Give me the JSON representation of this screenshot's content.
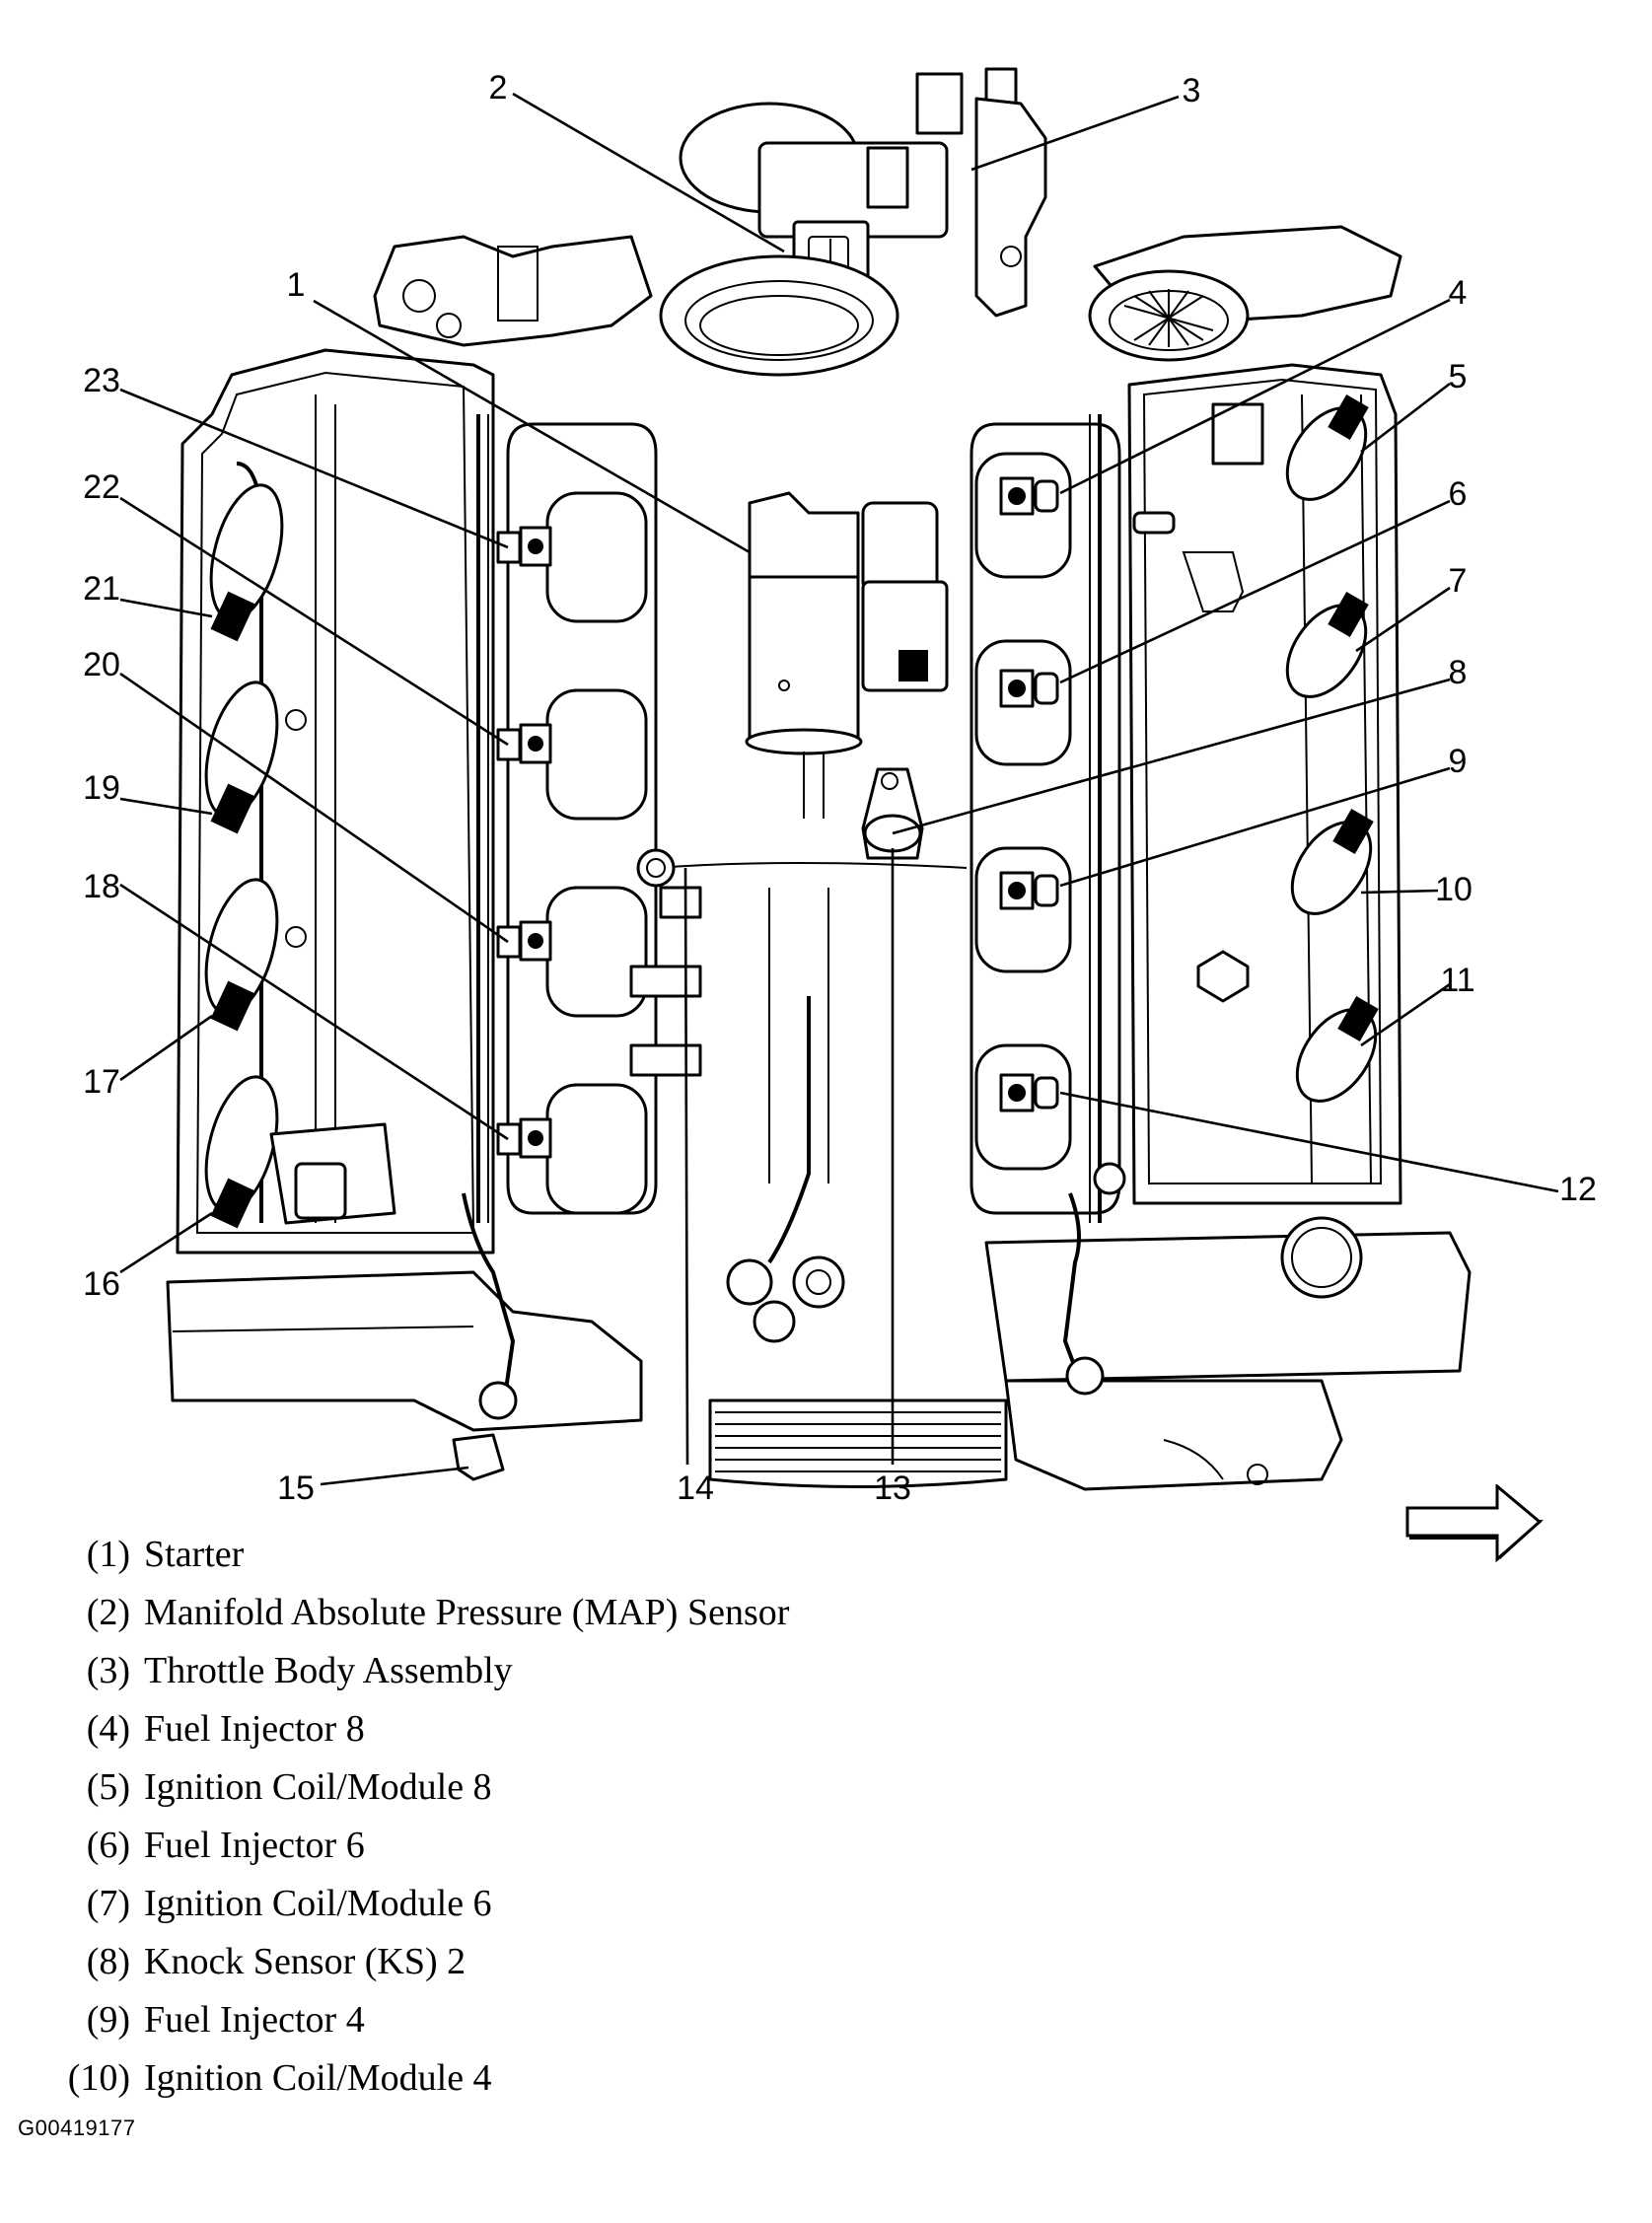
{
  "figure": {
    "id": "G00419177",
    "subject": "Engine component locator - top view",
    "colors": {
      "ink": "#000000",
      "paper": "#ffffff"
    }
  },
  "callouts": [
    {
      "num": "1"
    },
    {
      "num": "2"
    },
    {
      "num": "3"
    },
    {
      "num": "4"
    },
    {
      "num": "5"
    },
    {
      "num": "6"
    },
    {
      "num": "7"
    },
    {
      "num": "8"
    },
    {
      "num": "9"
    },
    {
      "num": "10"
    },
    {
      "num": "11"
    },
    {
      "num": "12"
    },
    {
      "num": "13"
    },
    {
      "num": "14"
    },
    {
      "num": "15"
    },
    {
      "num": "16"
    },
    {
      "num": "17"
    },
    {
      "num": "18"
    },
    {
      "num": "19"
    },
    {
      "num": "20"
    },
    {
      "num": "21"
    },
    {
      "num": "22"
    },
    {
      "num": "23"
    }
  ],
  "legend": [
    {
      "num": "(1)",
      "label": "Starter"
    },
    {
      "num": "(2)",
      "label": "Manifold Absolute Pressure (MAP) Sensor"
    },
    {
      "num": "(3)",
      "label": "Throttle Body Assembly"
    },
    {
      "num": "(4)",
      "label": "Fuel Injector 8"
    },
    {
      "num": "(5)",
      "label": "Ignition Coil/Module 8"
    },
    {
      "num": "(6)",
      "label": "Fuel Injector 6"
    },
    {
      "num": "(7)",
      "label": "Ignition Coil/Module 6"
    },
    {
      "num": "(8)",
      "label": "Knock Sensor (KS) 2"
    },
    {
      "num": "(9)",
      "label": "Fuel Injector 4"
    },
    {
      "num": "(10)",
      "label": "Ignition Coil/Module 4"
    }
  ],
  "orientation_arrow": {
    "icon": "arrow-right-icon",
    "meaning": "front of vehicle"
  }
}
